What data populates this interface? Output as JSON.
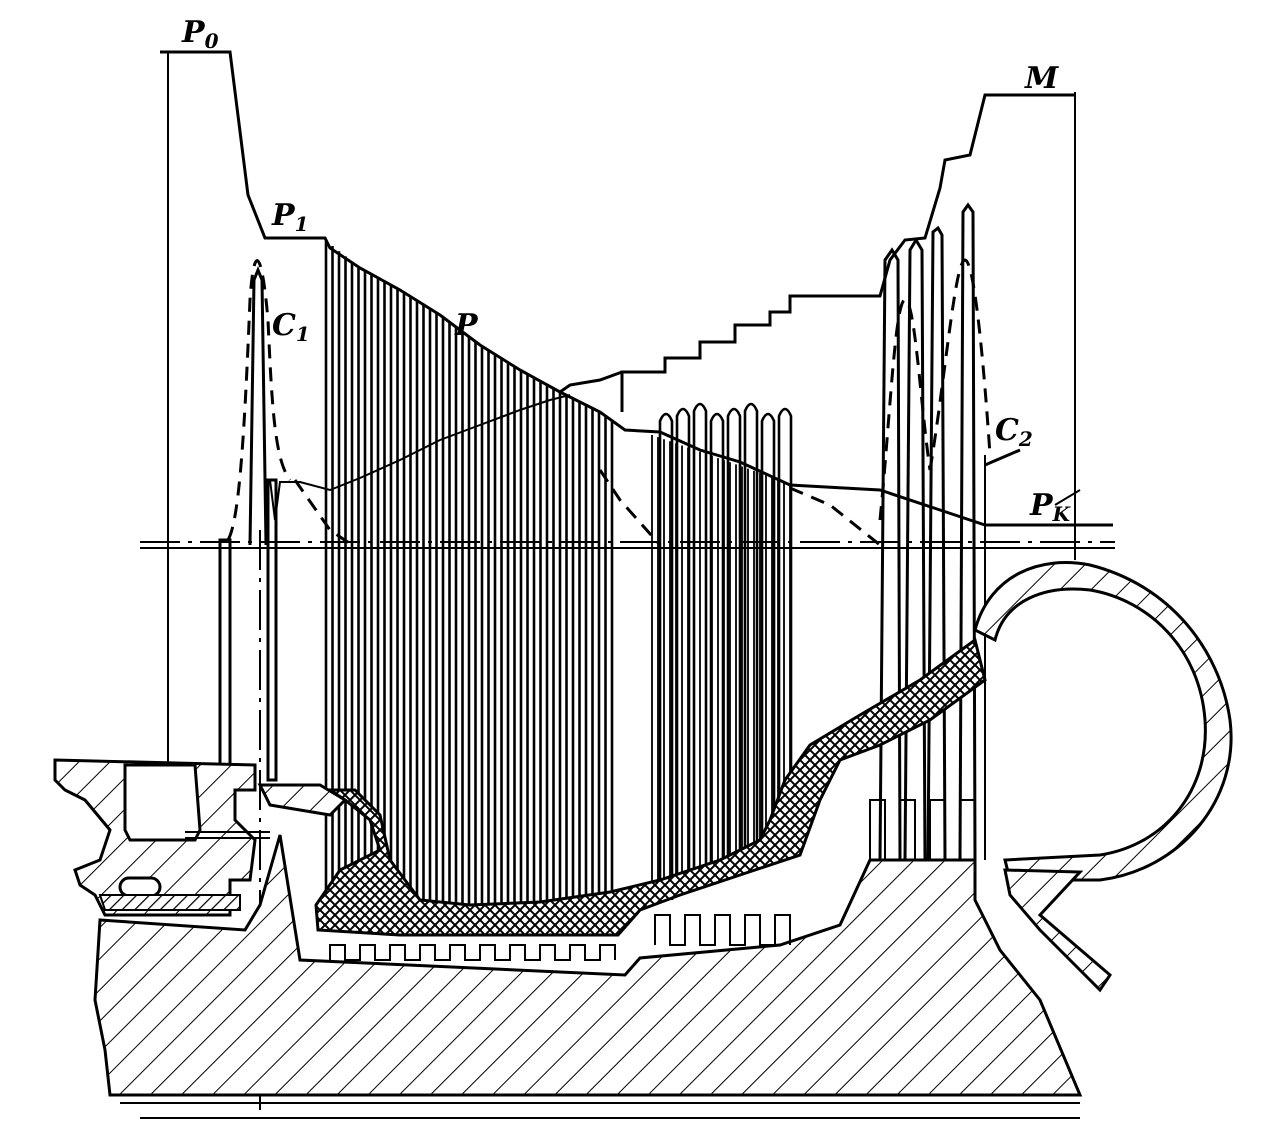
{
  "labels": {
    "p0": {
      "main": "P",
      "sub": "0"
    },
    "p1": {
      "main": "P",
      "sub": "1"
    },
    "c1": {
      "main": "C",
      "sub": "1"
    },
    "p": {
      "main": "P"
    },
    "m": {
      "main": "M"
    },
    "c2": {
      "main": "C",
      "sub": "2"
    },
    "pk": {
      "main": "P",
      "sub": "K"
    }
  }
}
